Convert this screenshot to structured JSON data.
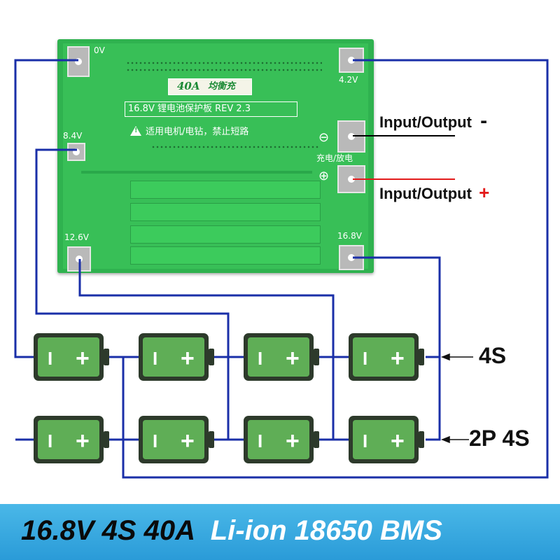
{
  "pcb": {
    "rating_current": "40A",
    "rating_text": "均衡充",
    "title": "16.8V 锂电池保护板 REV 2.3",
    "warning": "适用电机/电钻，禁止短路",
    "charge_discharge": "充电/放电",
    "pads": [
      "0V",
      "4.2V",
      "8.4V",
      "12.6V",
      "16.8V"
    ],
    "minus_symbol": "⊖",
    "plus_symbol": "⊕"
  },
  "labels": {
    "io_minus_text": "Input/Output",
    "io_minus_sign": "-",
    "io_plus_text": "Input/Output",
    "io_plus_sign": "+",
    "config_4s": "4S",
    "config_2p4s": "2P 4S"
  },
  "battery": {
    "minus": "I",
    "plus": "+"
  },
  "banner": {
    "spec": "16.8V 4S 40A",
    "product": "Li-ion 18650 BMS"
  },
  "colors": {
    "wire": "#1a2fa8",
    "pcb": "#38bf57",
    "battery_body": "#5fae56",
    "banner": "#2a9bd8",
    "io_minus_wire": "#000000",
    "io_plus_wire": "#e31b1b"
  }
}
